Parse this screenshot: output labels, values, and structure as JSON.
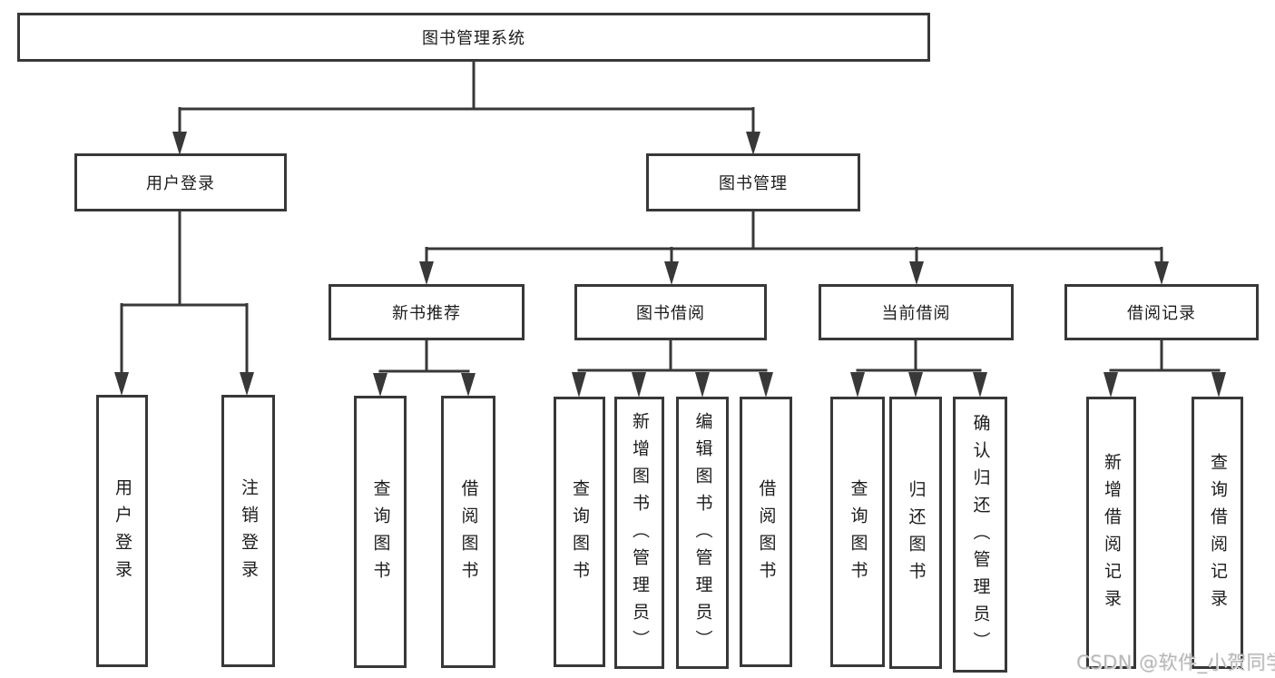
{
  "diagram": {
    "root": {
      "label": "图书管理系统"
    },
    "branches": [
      {
        "label": "用户登录",
        "children": [
          {
            "label": "用户登录"
          },
          {
            "label": "注销登录"
          }
        ]
      },
      {
        "label": "图书管理",
        "children": [
          {
            "label": "新书推荐",
            "children": [
              {
                "label": "查询图书"
              },
              {
                "label": "借阅图书"
              }
            ]
          },
          {
            "label": "图书借阅",
            "children": [
              {
                "label": "查询图书"
              },
              {
                "label": "新增图书（管理员）"
              },
              {
                "label": "编辑图书（管理员）"
              },
              {
                "label": "借阅图书"
              }
            ]
          },
          {
            "label": "当前借阅",
            "children": [
              {
                "label": "查询图书"
              },
              {
                "label": "归还图书"
              },
              {
                "label": "确认归还（管理员）"
              }
            ]
          },
          {
            "label": "借阅记录",
            "children": [
              {
                "label": "新增借阅记录"
              },
              {
                "label": "查询借阅记录"
              }
            ]
          }
        ]
      }
    ]
  },
  "watermark": {
    "text": "CSDN @软件_小贺同学"
  },
  "colors": {
    "line": "#383838",
    "box_border": "#383838",
    "text": "#1c1c1c",
    "watermark": "#b8b8b8",
    "background": "#ffffff"
  }
}
